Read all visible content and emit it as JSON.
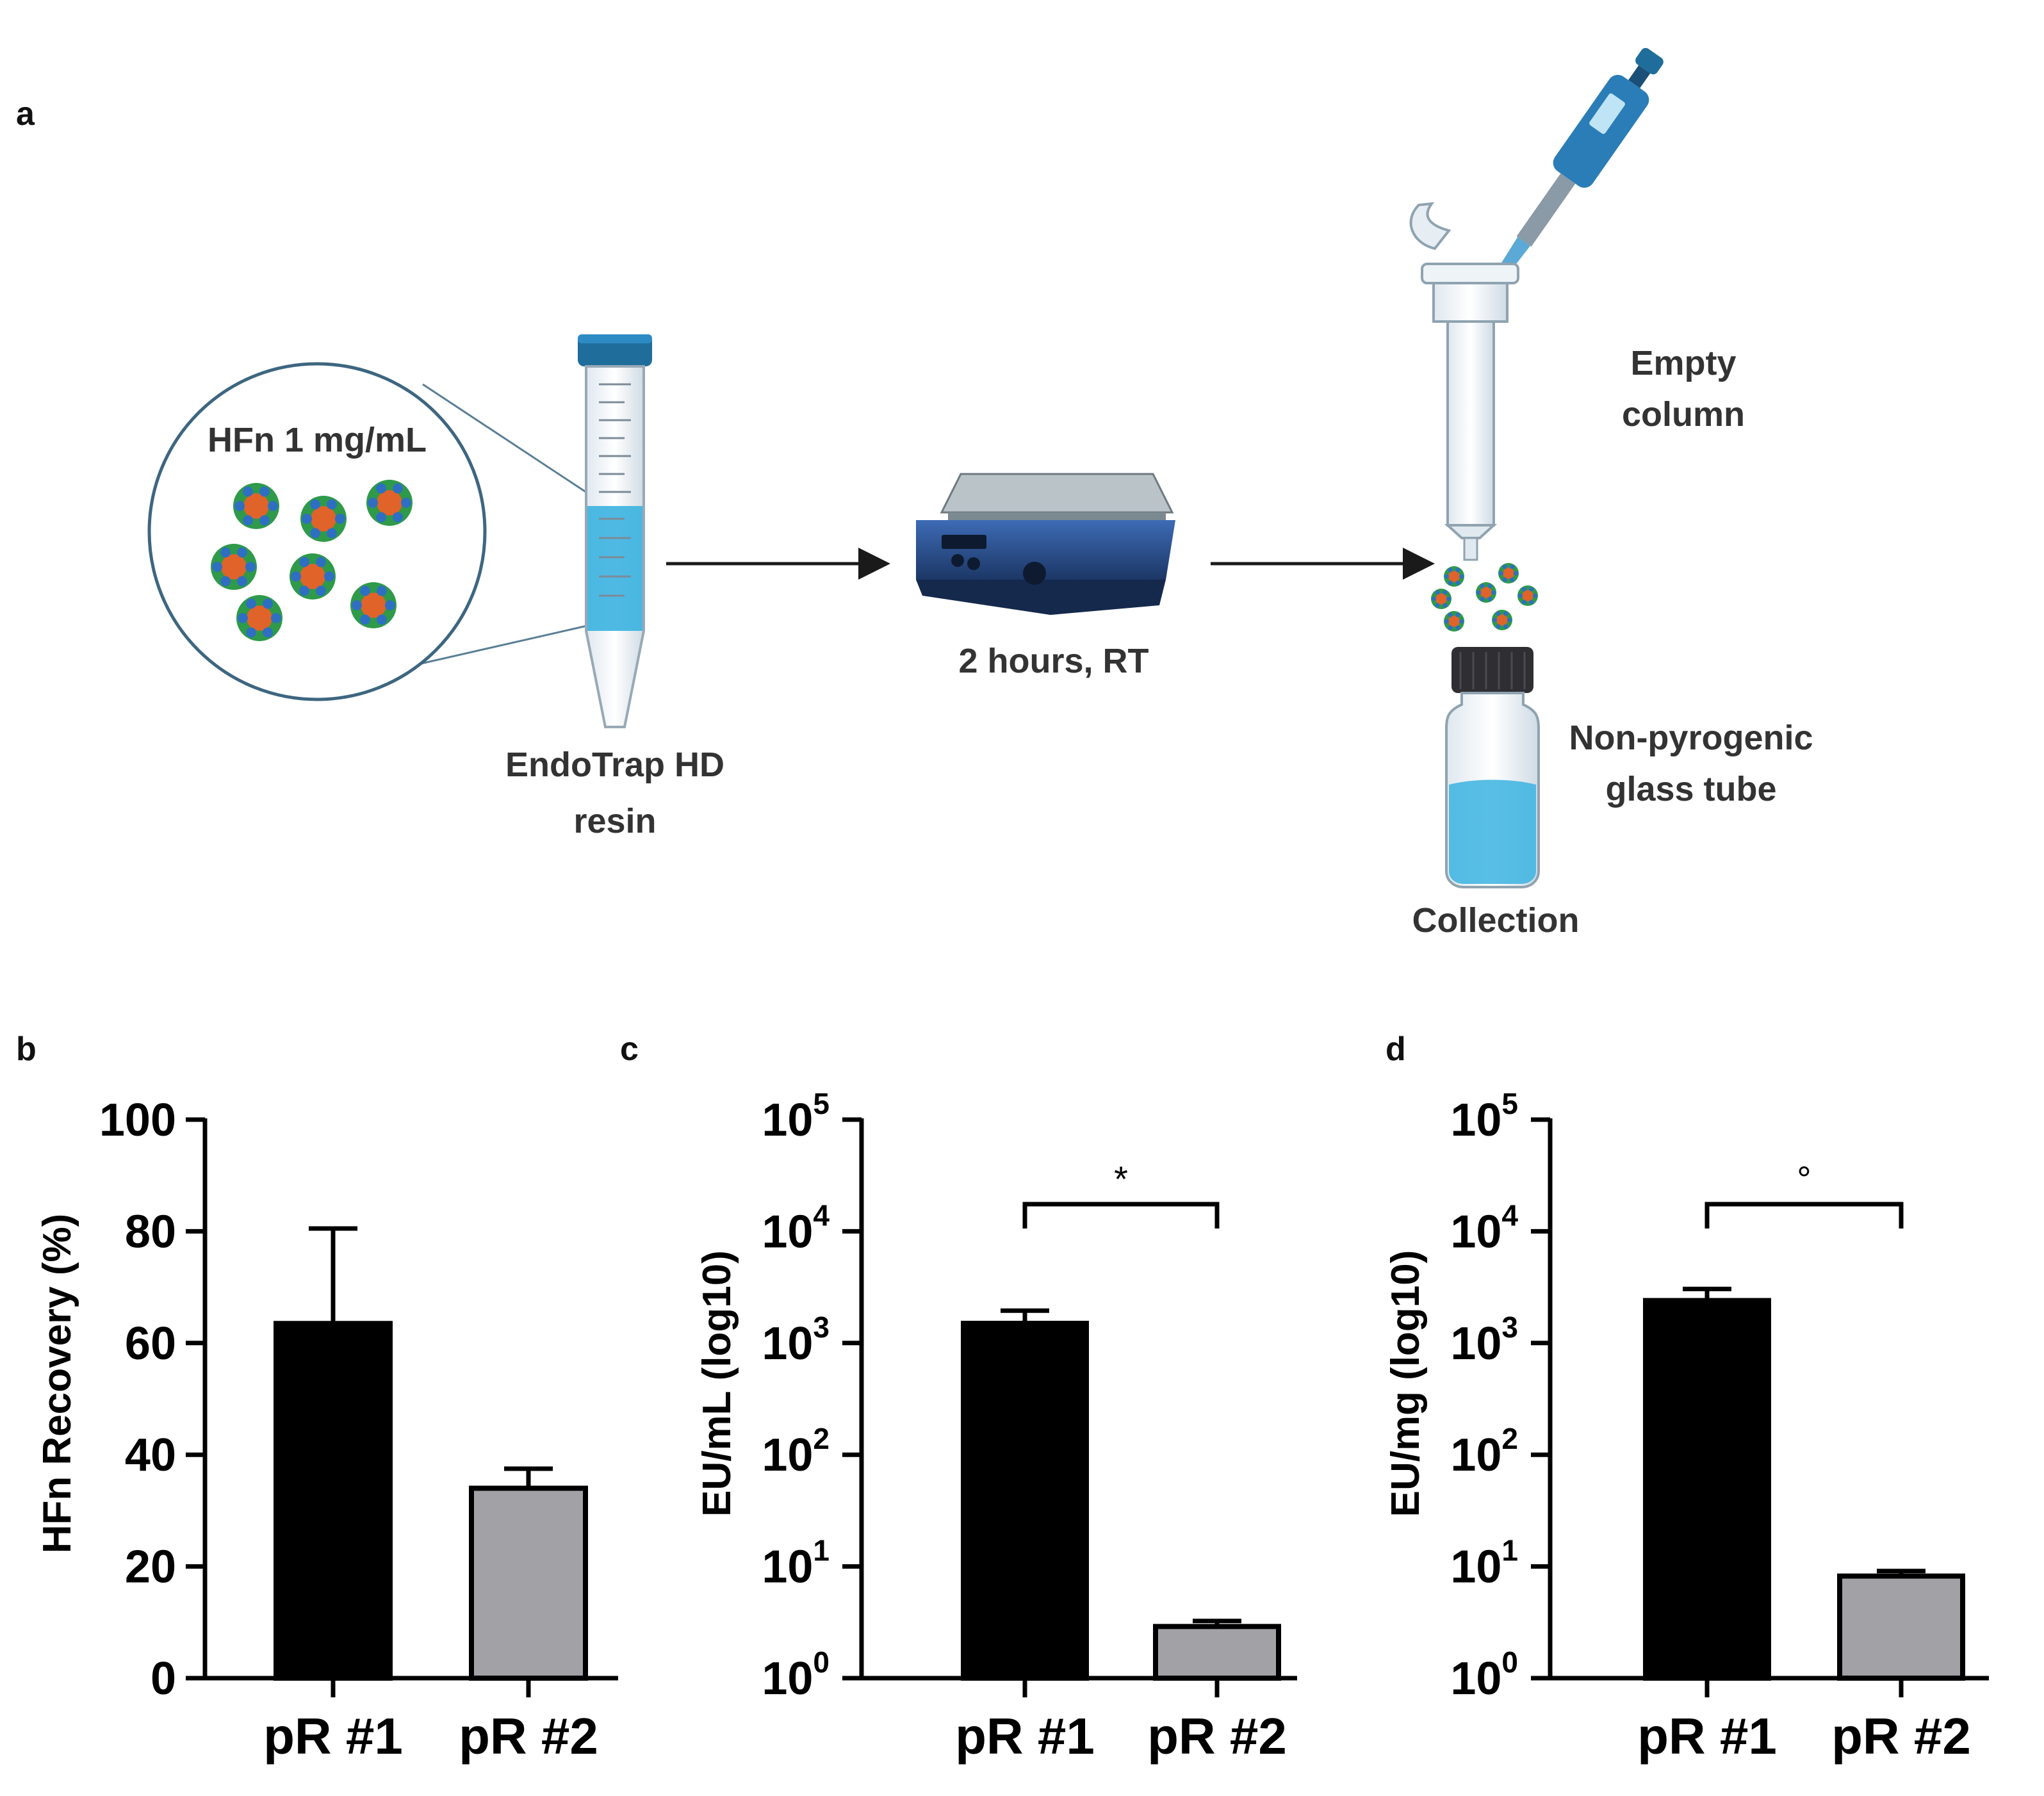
{
  "panels": {
    "a": {
      "label": "a",
      "circle_label": "HFn 1 mg/mL",
      "tube_label_1": "EndoTrap HD",
      "tube_label_2": "resin",
      "shaker_label": "2 hours, RT",
      "column_label_1": "Empty",
      "column_label_2": "column",
      "vial_label_1": "Non-pyrogenic",
      "vial_label_2": "glass tube",
      "collection_label": "Collection"
    },
    "b": {
      "label": "b"
    },
    "c": {
      "label": "c"
    },
    "d": {
      "label": "d"
    }
  },
  "colors": {
    "bar_1": "#000000",
    "bar_2": "#a2a1a6",
    "tube_cap": "#1f6d9a",
    "liquid": "#3bb3e0",
    "shaker_body": "#2a4f8a"
  },
  "chart_data": [
    {
      "type": "bar",
      "panel": "b",
      "categories": [
        "pR #1",
        "pR #2"
      ],
      "values": [
        63.5,
        34.0
      ],
      "errors": [
        17.0,
        3.5
      ],
      "ylabel": "HFn  Recovery  (%)",
      "ylim": [
        0,
        100
      ],
      "yticks": [
        "0",
        "20",
        "40",
        "60",
        "80",
        "100"
      ],
      "yscale": "linear"
    },
    {
      "type": "bar",
      "panel": "c",
      "categories": [
        "pR #1",
        "pR #2"
      ],
      "values": [
        1500,
        2.9
      ],
      "errors": [
        450,
        0.35
      ],
      "ylabel": "EU/mL (log10)",
      "ylim": [
        1,
        100000
      ],
      "yscale": "log",
      "ytick_base": "10",
      "ytick_exponents": [
        "0",
        "1",
        "2",
        "3",
        "4",
        "5"
      ],
      "significance": "*"
    },
    {
      "type": "bar",
      "panel": "d",
      "categories": [
        "pR #1",
        "pR #2"
      ],
      "values": [
        2400,
        8.2
      ],
      "errors": [
        650,
        0.9
      ],
      "ylabel": "EU/mg (log10)",
      "ylim": [
        1,
        100000
      ],
      "yscale": "log",
      "ytick_base": "10",
      "ytick_exponents": [
        "0",
        "1",
        "2",
        "3",
        "4",
        "5"
      ],
      "significance": "°"
    }
  ]
}
